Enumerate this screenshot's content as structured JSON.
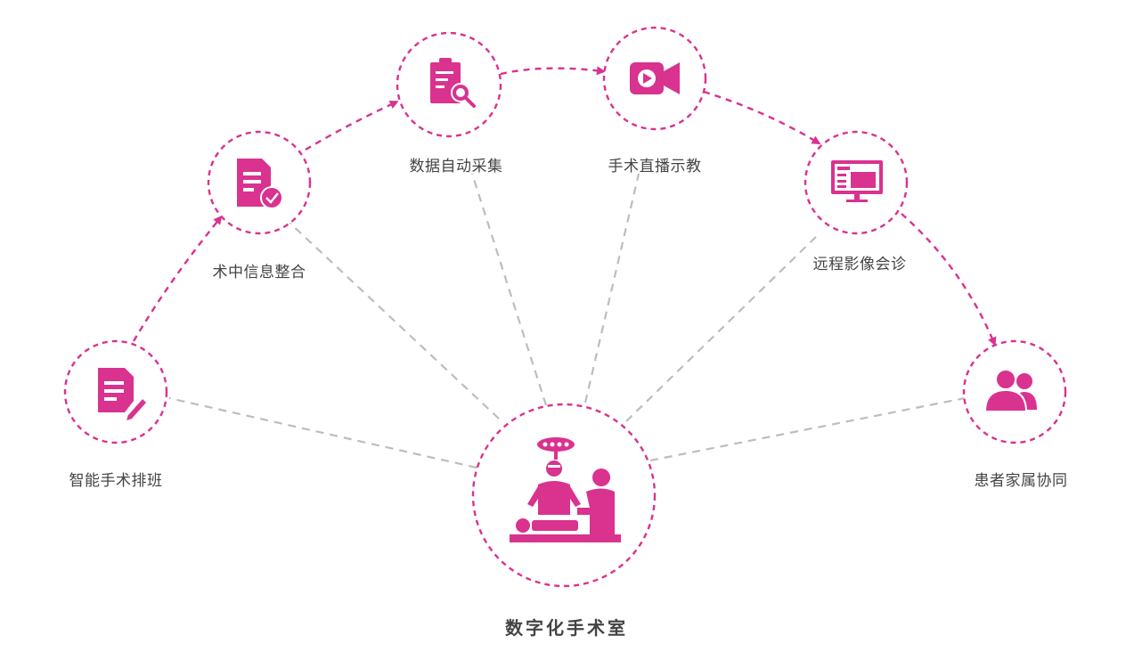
{
  "colors": {
    "accent": "#d9328f",
    "spoke": "#bdbdbd",
    "text": "#444444"
  },
  "center": {
    "label": "数字化手术室",
    "icon": "operating-room-icon"
  },
  "nodes": [
    {
      "id": "scheduling",
      "label": "智能手术排班",
      "icon": "document-edit-icon"
    },
    {
      "id": "integration",
      "label": "术中信息整合",
      "icon": "document-check-icon"
    },
    {
      "id": "collection",
      "label": "数据自动采集",
      "icon": "clipboard-search-icon"
    },
    {
      "id": "broadcast",
      "label": "手术直播示教",
      "icon": "video-camera-icon"
    },
    {
      "id": "consultation",
      "label": "远程影像会诊",
      "icon": "monitor-image-icon"
    },
    {
      "id": "family",
      "label": "患者家属协同",
      "icon": "users-icon"
    }
  ]
}
